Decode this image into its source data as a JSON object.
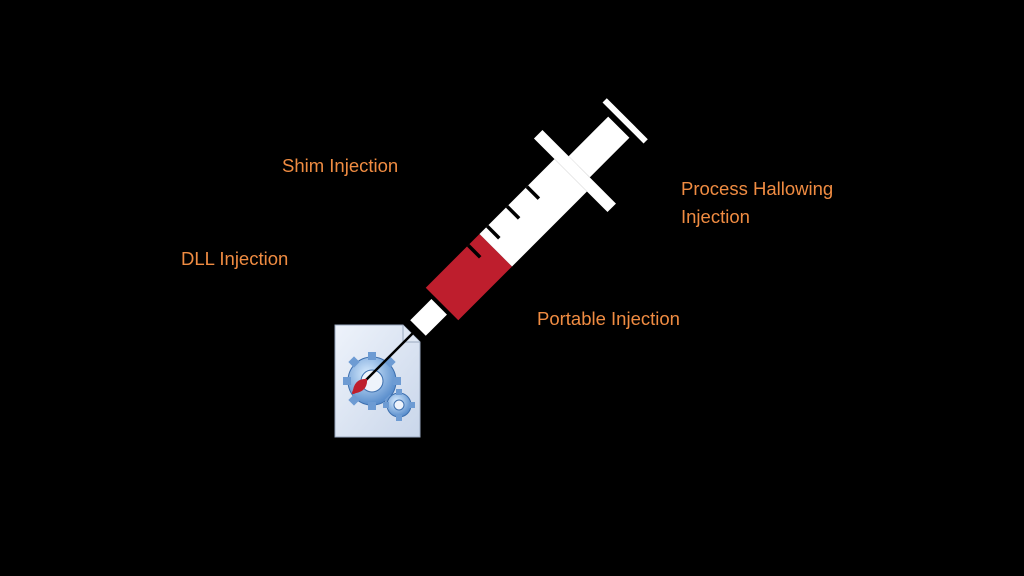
{
  "slide": {
    "labels": {
      "shim": "Shim Injection",
      "dll": "DLL Injection",
      "process_hollowing_line1": "Process Hallowing",
      "process_hollowing_line2": "Injection",
      "portable": "Portable Injection"
    },
    "colors": {
      "background": "#000000",
      "label_text": "#f08c42",
      "syringe_body": "#ffffff",
      "fluid": "#be1e2d"
    },
    "icons": [
      "syringe-icon",
      "gear-file-icon"
    ]
  }
}
